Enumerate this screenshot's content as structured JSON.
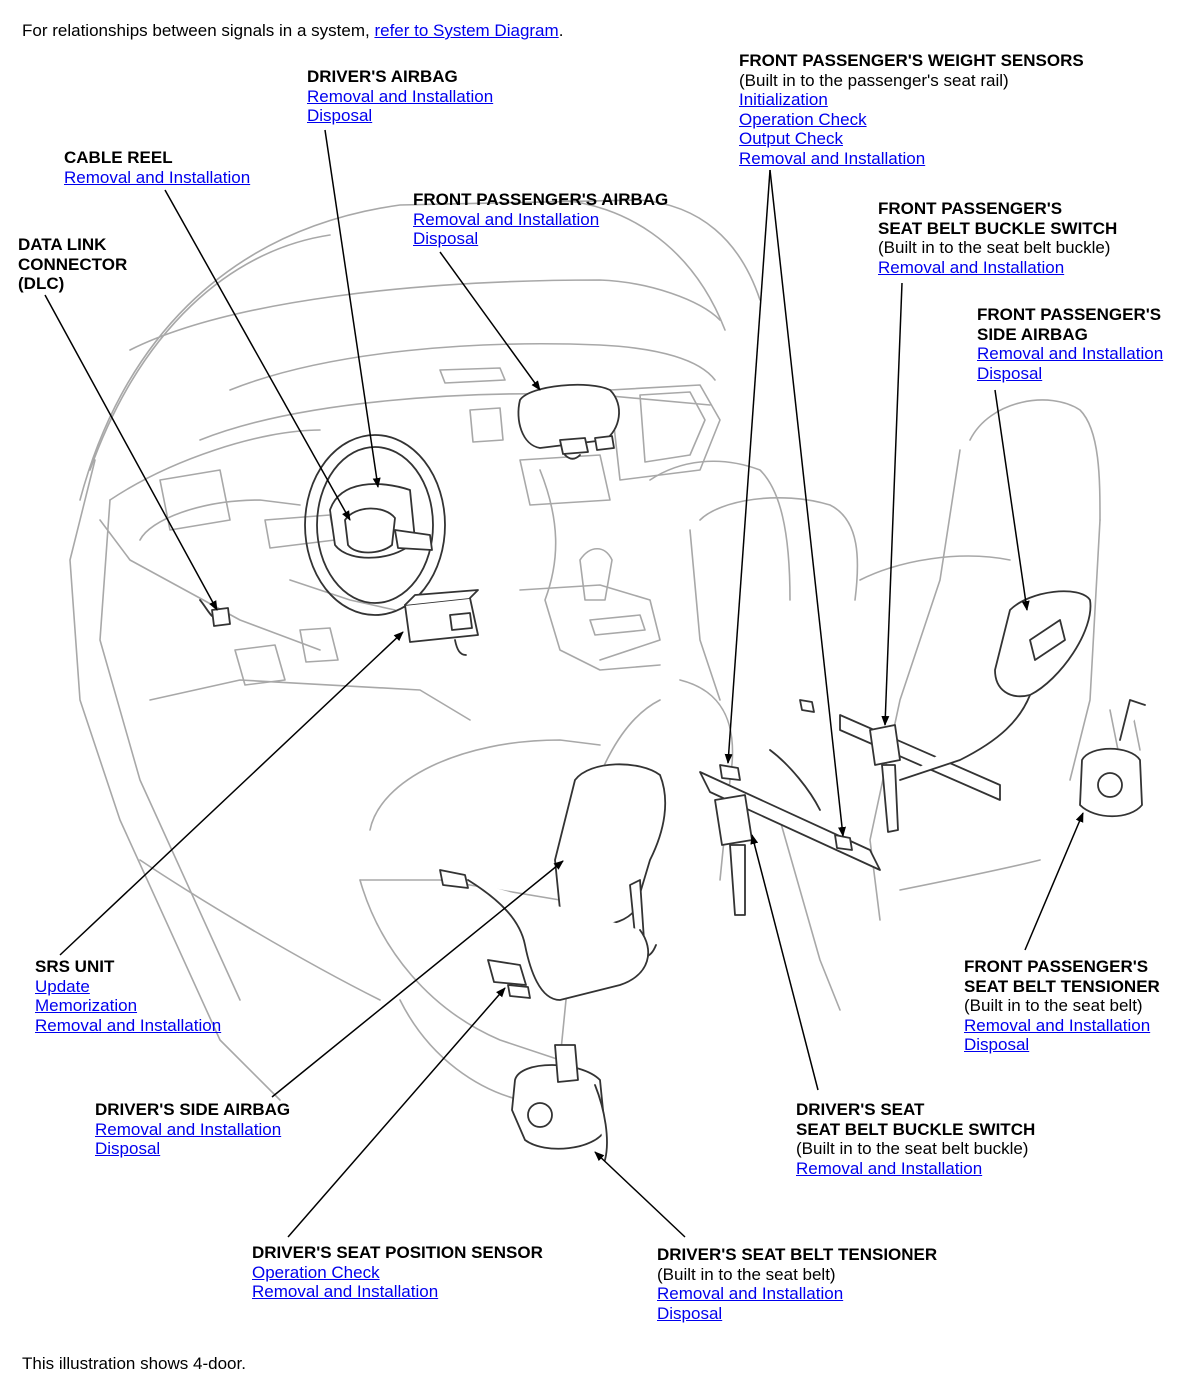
{
  "intro": {
    "text": "For relationships between signals in a system, ",
    "link": "refer to System Diagram",
    "suffix": "."
  },
  "footer": "This illustration shows 4-door.",
  "components": {
    "drivers_airbag": {
      "title": [
        "DRIVER'S AIRBAG"
      ],
      "links": [
        "Removal and Installation",
        "Disposal"
      ]
    },
    "cable_reel": {
      "title": [
        "CABLE REEL"
      ],
      "links": [
        "Removal and Installation"
      ]
    },
    "dlc": {
      "title": [
        "DATA LINK",
        "CONNECTOR",
        "(DLC)"
      ],
      "links": []
    },
    "front_passengers_airbag": {
      "title": [
        "FRONT PASSENGER'S AIRBAG"
      ],
      "links": [
        "Removal and Installation",
        "Disposal"
      ]
    },
    "weight_sensors": {
      "title": [
        "FRONT PASSENGER'S WEIGHT SENSORS"
      ],
      "note": "(Built in to the passenger's seat rail)",
      "links": [
        "Initialization",
        "Operation Check",
        "Output Check",
        "Removal and Installation"
      ]
    },
    "passenger_buckle_switch": {
      "title": [
        "FRONT PASSENGER'S",
        "SEAT BELT BUCKLE SWITCH"
      ],
      "note": "(Built in to the seat belt buckle)",
      "links": [
        "Removal and Installation"
      ]
    },
    "passenger_side_airbag": {
      "title": [
        "FRONT PASSENGER'S",
        "SIDE AIRBAG"
      ],
      "links": [
        "Removal and Installation",
        "Disposal"
      ]
    },
    "srs_unit": {
      "title": [
        "SRS UNIT"
      ],
      "links": [
        "Update",
        "Memorization",
        "Removal and Installation"
      ]
    },
    "passenger_tensioner": {
      "title": [
        "FRONT PASSENGER'S",
        "SEAT BELT TENSIONER"
      ],
      "note": "(Built in to the seat belt)",
      "links": [
        "Removal and Installation",
        "Disposal"
      ]
    },
    "drivers_side_airbag": {
      "title": [
        "DRIVER'S SIDE AIRBAG"
      ],
      "links": [
        "Removal and Installation",
        "Disposal"
      ]
    },
    "driver_buckle_switch": {
      "title": [
        "DRIVER'S SEAT",
        "SEAT BELT BUCKLE SWITCH"
      ],
      "note": "(Built in to the seat belt buckle)",
      "links": [
        "Removal and Installation"
      ]
    },
    "seat_position_sensor": {
      "title": [
        "DRIVER'S SEAT POSITION SENSOR"
      ],
      "links": [
        "Operation Check",
        "Removal and Installation"
      ]
    },
    "driver_tensioner": {
      "title": [
        "DRIVER'S SEAT BELT TENSIONER"
      ],
      "note": "(Built in to the seat belt)",
      "links": [
        "Removal and Installation",
        "Disposal"
      ]
    }
  }
}
